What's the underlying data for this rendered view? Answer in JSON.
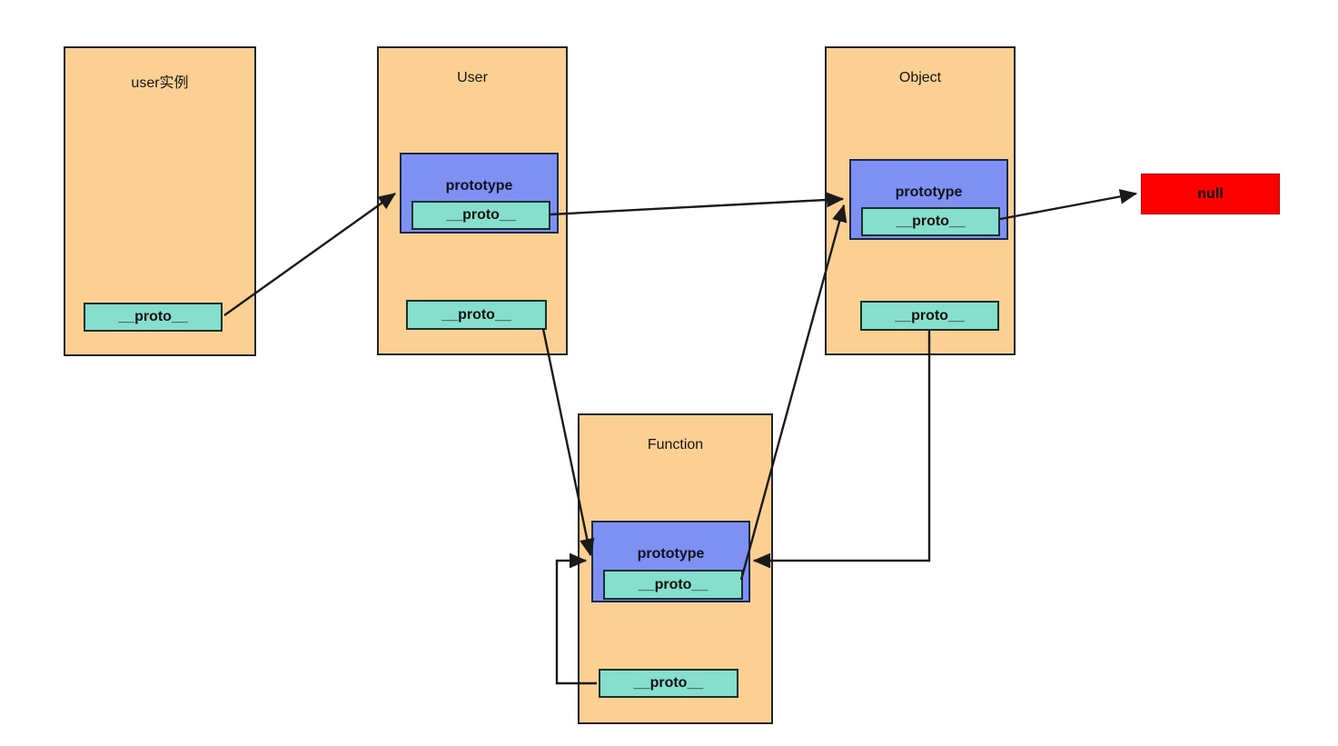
{
  "nodes": {
    "user_instance": {
      "title": "user实例",
      "proto": "__proto__"
    },
    "user": {
      "title": "User",
      "prototype": "prototype",
      "prototype_proto": "__proto__",
      "proto": "__proto__"
    },
    "object": {
      "title": "Object",
      "prototype": "prototype",
      "prototype_proto": "__proto__",
      "proto": "__proto__"
    },
    "function": {
      "title": "Function",
      "prototype": "prototype",
      "prototype_proto": "__proto__",
      "proto": "__proto__"
    },
    "null_node": {
      "label": "null"
    }
  },
  "edges": [
    {
      "from": "user-instance.__proto__",
      "to": "User.prototype"
    },
    {
      "from": "User.prototype.__proto__",
      "to": "Object.prototype"
    },
    {
      "from": "Object.prototype.__proto__",
      "to": "null"
    },
    {
      "from": "User.__proto__",
      "to": "Function.prototype"
    },
    {
      "from": "Function.prototype.__proto__",
      "to": "Object.prototype"
    },
    {
      "from": "Object.__proto__",
      "to": "Function.prototype"
    },
    {
      "from": "Function.__proto__",
      "to": "Function.prototype"
    }
  ],
  "colors": {
    "node_fill": "#fbd092",
    "node_border": "#1f2430",
    "prototype_fill": "#7e90f2",
    "prototype_border": "#1b2947",
    "proto_fill": "#86dfcc",
    "proto_border": "#14322b",
    "null_fill": "#fe0000",
    "null_text": "#000000",
    "arrow": "#1a1a1a",
    "background": "#ffffff"
  }
}
